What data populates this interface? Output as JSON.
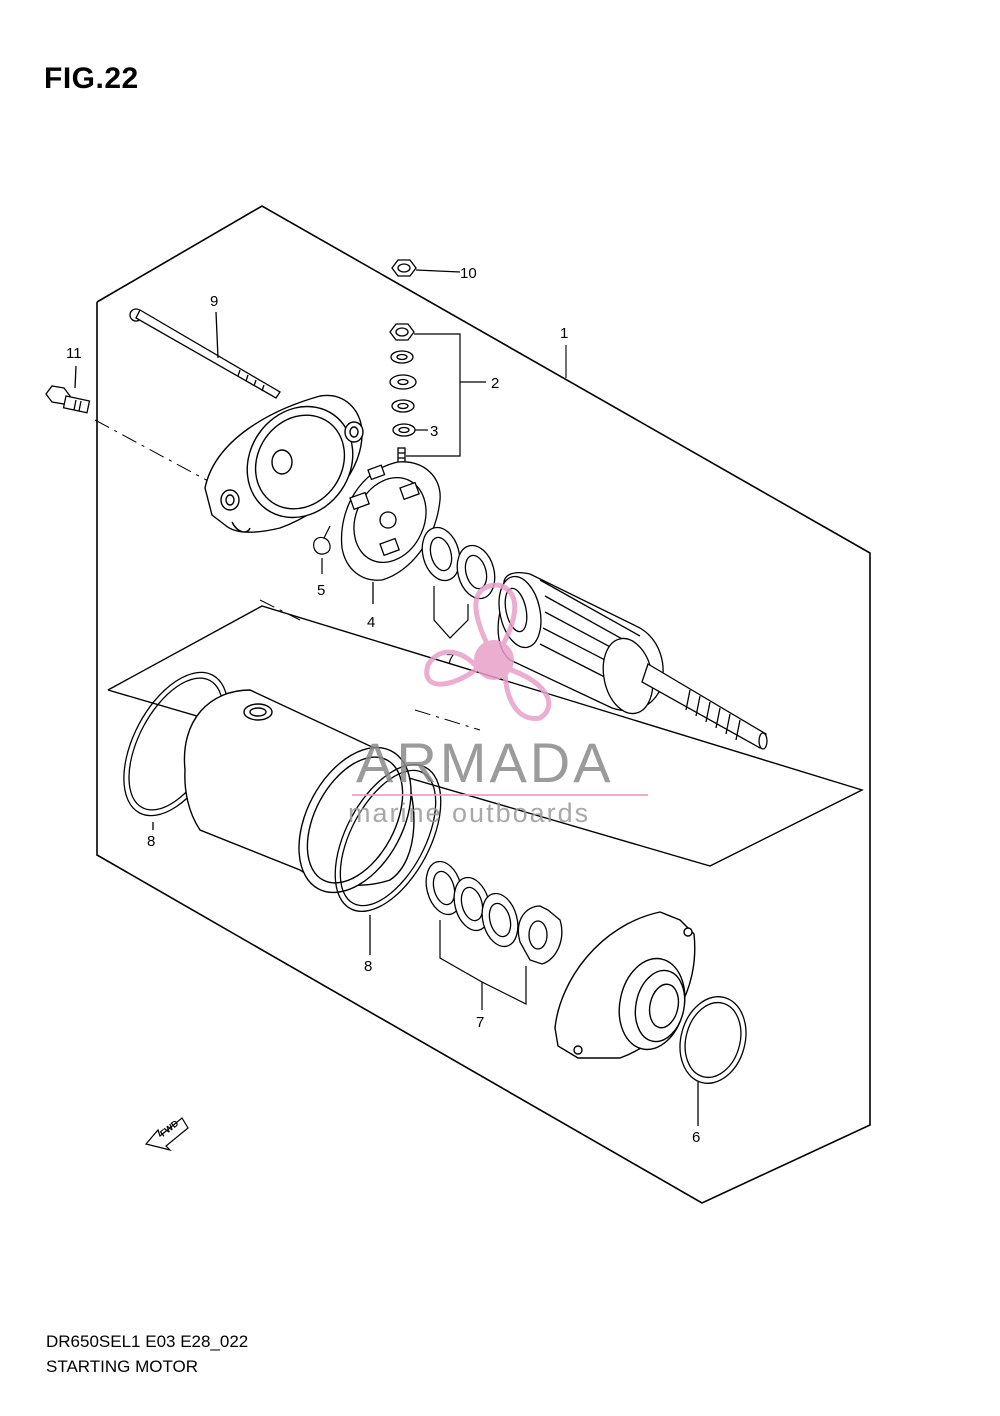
{
  "figure": {
    "title": "FIG.22"
  },
  "footer": {
    "code": "DR650SEL1 E03 E28_022",
    "name": "STARTING MOTOR"
  },
  "watermark": {
    "brand": "ARMADA",
    "tagline": "marine outboards",
    "logo_color": "#e8a0c8",
    "text_color": "#8a8a8a"
  },
  "direction_marker": {
    "label": "FWD",
    "icon": "fwd-arrow-icon"
  },
  "callouts": {
    "c1": "1",
    "c2": "2",
    "c3": "3",
    "c4": "4",
    "c5": "5",
    "c6": "6",
    "c7a": "7",
    "c7b": "7",
    "c8a": "8",
    "c8b": "8",
    "c9": "9",
    "c10": "10",
    "c11": "11"
  }
}
